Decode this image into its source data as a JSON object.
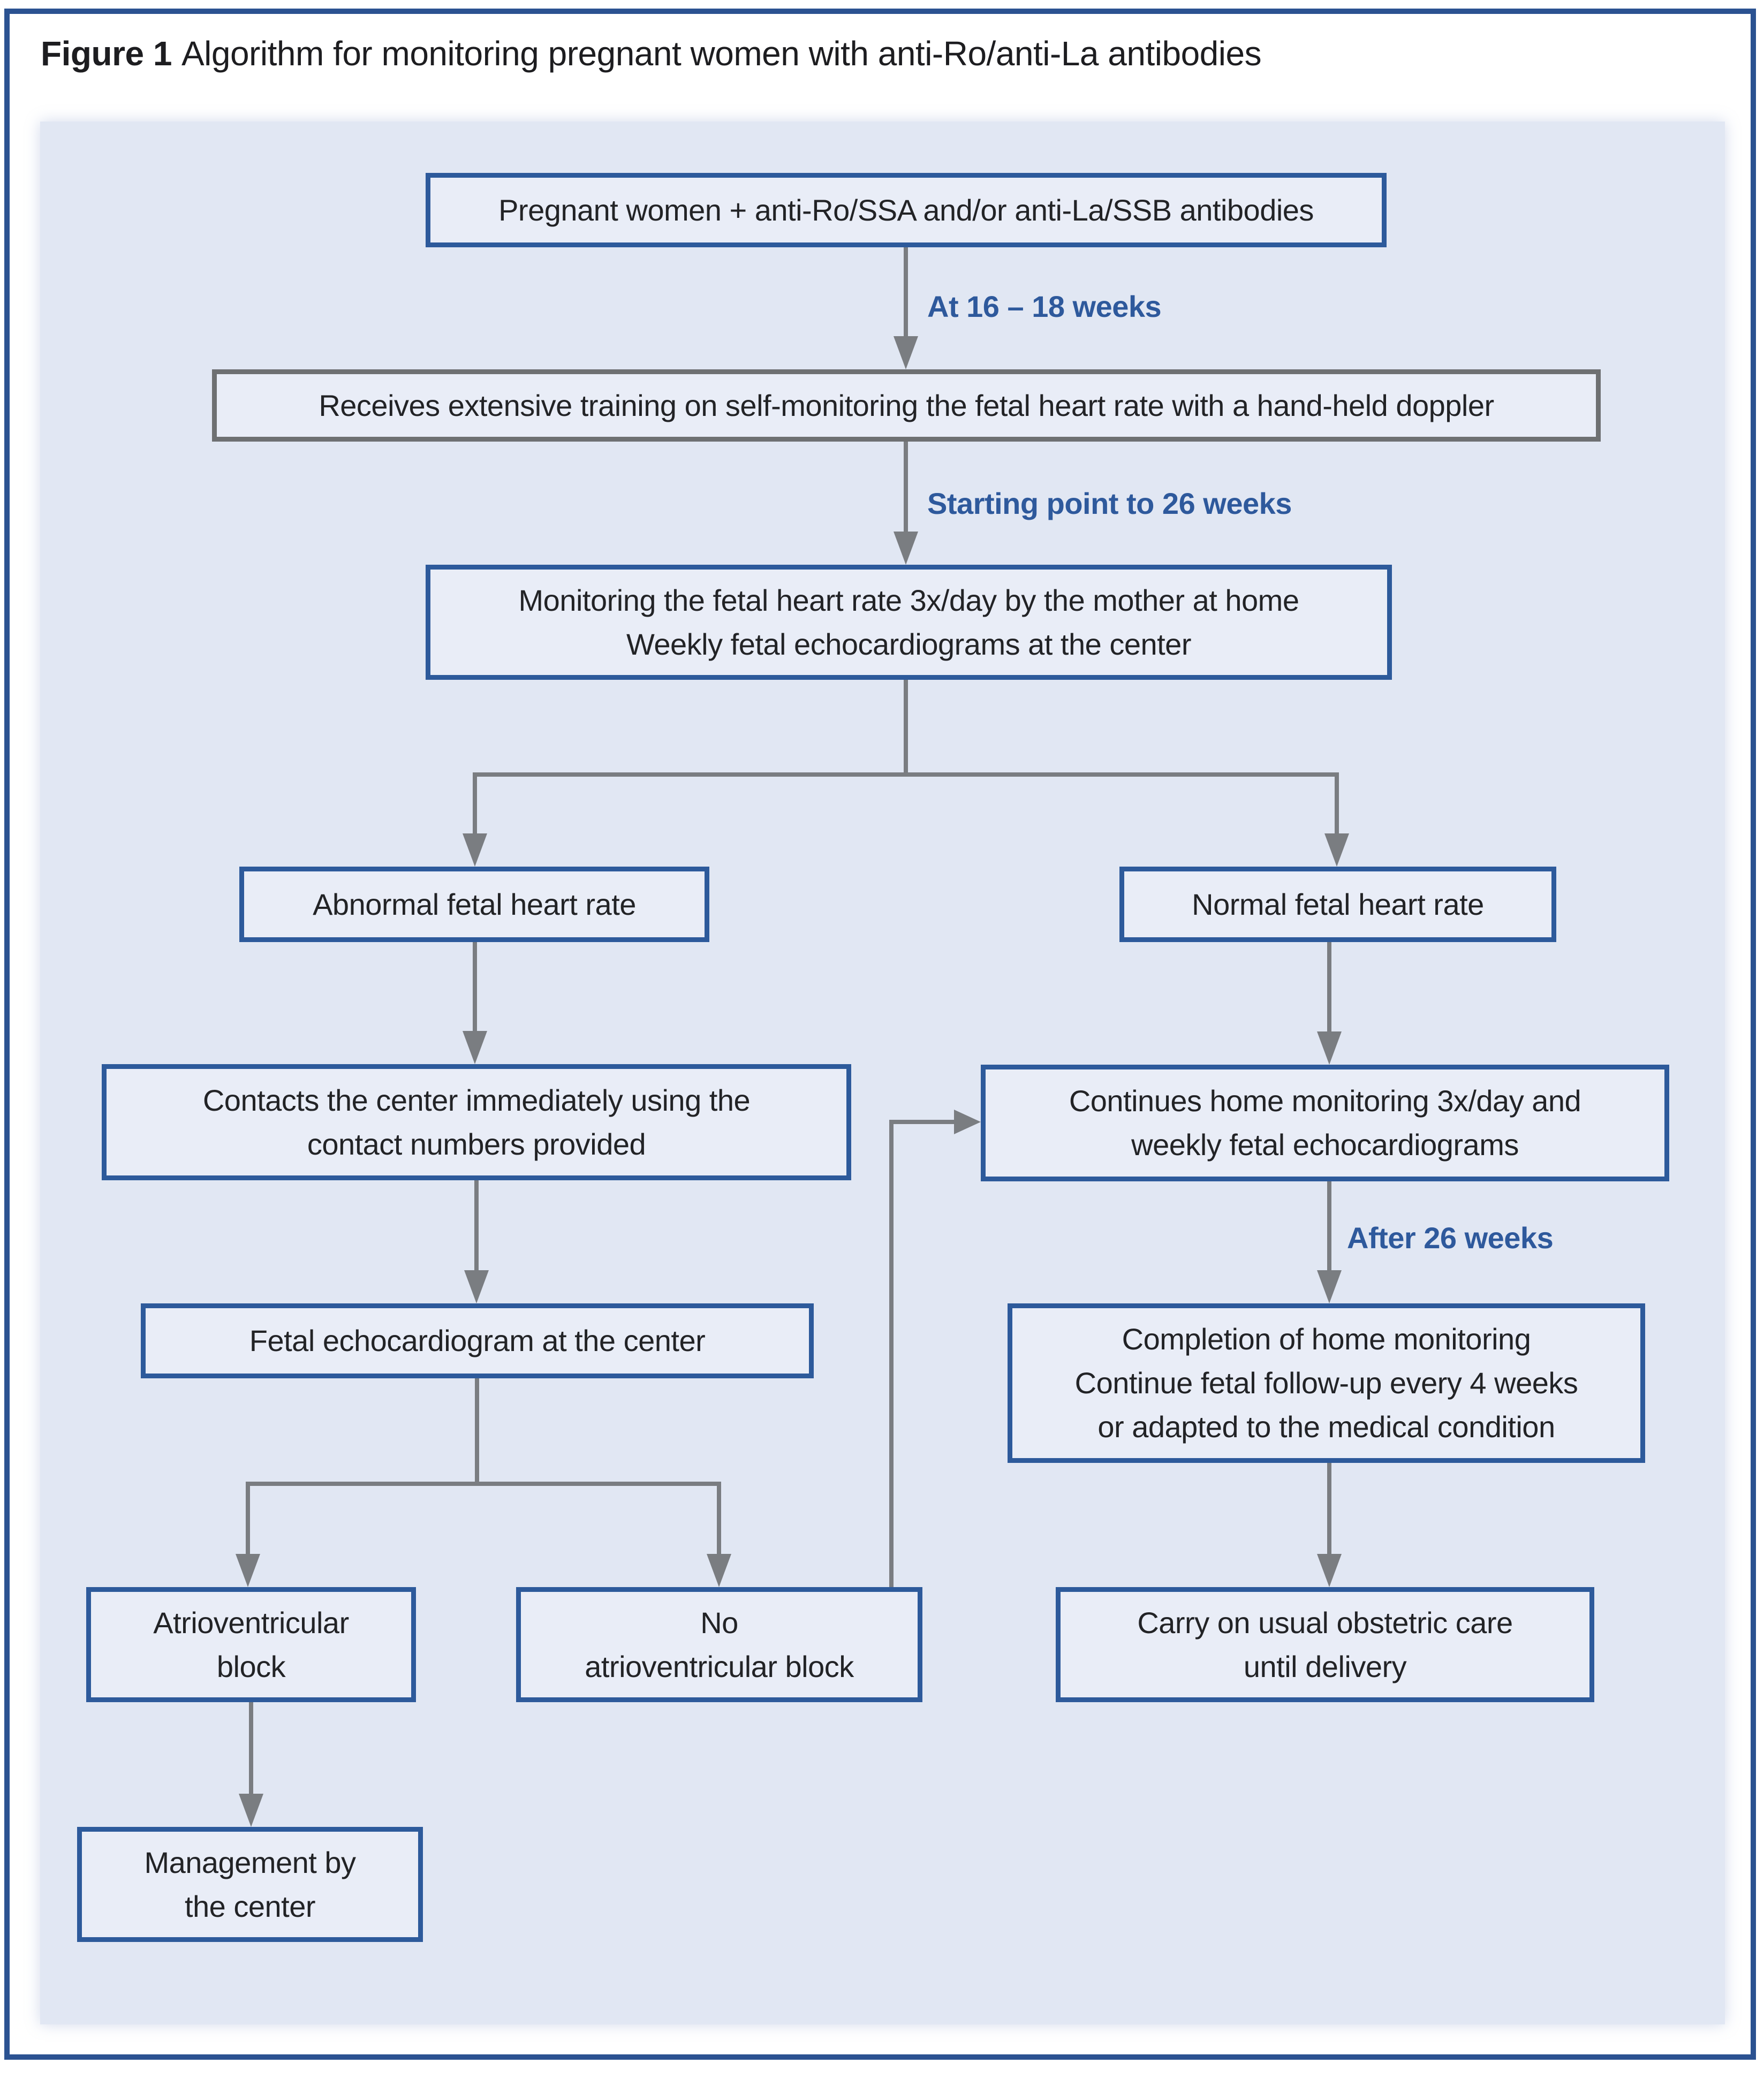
{
  "caption": {
    "label": "Figure 1",
    "title": "Algorithm for monitoring pregnant women with anti-Ro/anti-La antibodies"
  },
  "nodes": {
    "pregnant": {
      "text": "Pregnant women + anti-Ro/SSA and/or anti-La/SSB antibodies"
    },
    "training": {
      "text": "Receives extensive training on self-monitoring the fetal heart rate with a hand-held doppler"
    },
    "monitoring": {
      "line1": "Monitoring the fetal heart rate 3x/day by the mother at home",
      "line2": "Weekly fetal echocardiograms at the center"
    },
    "abnormal": {
      "text": "Abnormal fetal heart rate"
    },
    "normal": {
      "text": "Normal fetal heart rate"
    },
    "contacts": {
      "line1": "Contacts the center immediately using the",
      "line2": "contact numbers provided"
    },
    "fetal_echo": {
      "text": "Fetal echocardiogram at the center"
    },
    "continues": {
      "line1": "Continues home monitoring 3x/day and",
      "line2": "weekly fetal echocardiograms"
    },
    "completion": {
      "line1": "Completion of home monitoring",
      "line2": "Continue fetal follow-up every 4 weeks",
      "line3": "or adapted to the medical condition"
    },
    "av_block": {
      "line1": "Atrioventricular",
      "line2": "block"
    },
    "no_av_block": {
      "line1": "No",
      "line2": "atrioventricular block"
    },
    "carry_on": {
      "line1": "Carry on usual obstetric care",
      "line2": "until delivery"
    },
    "management": {
      "line1": "Management by",
      "line2": "the center"
    }
  },
  "edge_labels": {
    "at_16_18": "At 16 – 18 weeks",
    "starting_point": "Starting point to 26 weeks",
    "after_26": "After 26 weeks"
  },
  "colors": {
    "frame_blue": "#2b5291",
    "node_border_blue": "#2d5a9b",
    "node_border_gray": "#6e7072",
    "connector_gray": "#7a7d81",
    "label_blue": "#2e599c",
    "panel_background": "#e1e7f3",
    "node_background": "#e9edf7",
    "text_color": "#222326"
  }
}
